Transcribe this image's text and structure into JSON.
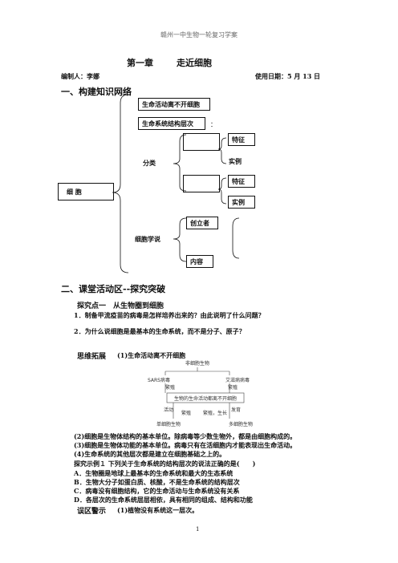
{
  "header": "赣州一中生物一轮复习学案",
  "chapter": "第一章",
  "chapter_title": "走近细胞",
  "author": "编制人：李娜",
  "date": "使用日期：5 月 13 日",
  "section1": "一、构建知识网络",
  "map": {
    "root": "细 胞",
    "life_activity": "生命活动离不开细胞",
    "levels": "生命系统结构层次",
    "classification": "分类",
    "feature1": "特征",
    "example1": "实例",
    "feature2": "特征",
    "example2": "实例",
    "founder": "创立者",
    "theory": "细胞学说",
    "content": "内容",
    "colon": "："
  },
  "section2": "二、课堂活动区--探究突破",
  "explore1": "探究点一　从生物圈到细胞",
  "q1": "1．制备甲流疫苗的病毒是怎样培养出来的？由此说明了什么问题？",
  "q2": "2．为什么说细胞是最基本的生命系统，而不是分子、原子？",
  "think_label": "思维拓展",
  "think_item": "(1)生命活动离不开细胞",
  "diagram": {
    "top": "非细胞生物",
    "sars": "SARS病毒",
    "aids": "艾滋病病毒",
    "repro_left": "繁殖",
    "repro_right": "繁殖",
    "center": "生物的生命活动都离不开细胞",
    "activity": "活动",
    "repro_bottom1": "繁殖",
    "repro_bottom2": "繁殖，生长",
    "develop": "发育",
    "single": "单细胞生物",
    "multi": "多细胞生物"
  },
  "p2": "(2)细胞是生物体结构的基本单位。除病毒等少数生物外，都是由细胞构成的。",
  "p3": "(3)细胞是生物体功能的基本单位。病毒只有在活细胞内才能表现出生命活动。",
  "p4": "(4)生命系统的其他层次都是建立在细胞基础之上的。",
  "example_q": "探究示例１ 下列关于生命系统的结构层次的说法正确的是(　　)",
  "optA": "A．生物圈是地球上最基本的生命系统和最大的生态系统",
  "optB": "B．生物大分子如蛋白质、核酸，不是生命系统的结构层次",
  "optC": "C．病毒没有细胞结构，它的生命活动与生命系统没有关系",
  "optD": "D．各层次的生命系统层层相依，具有相同的组成、结构和功能",
  "warn_label": "误区警示",
  "warn_item": "(1)植物没有系统这一层次。",
  "page_number": "1"
}
